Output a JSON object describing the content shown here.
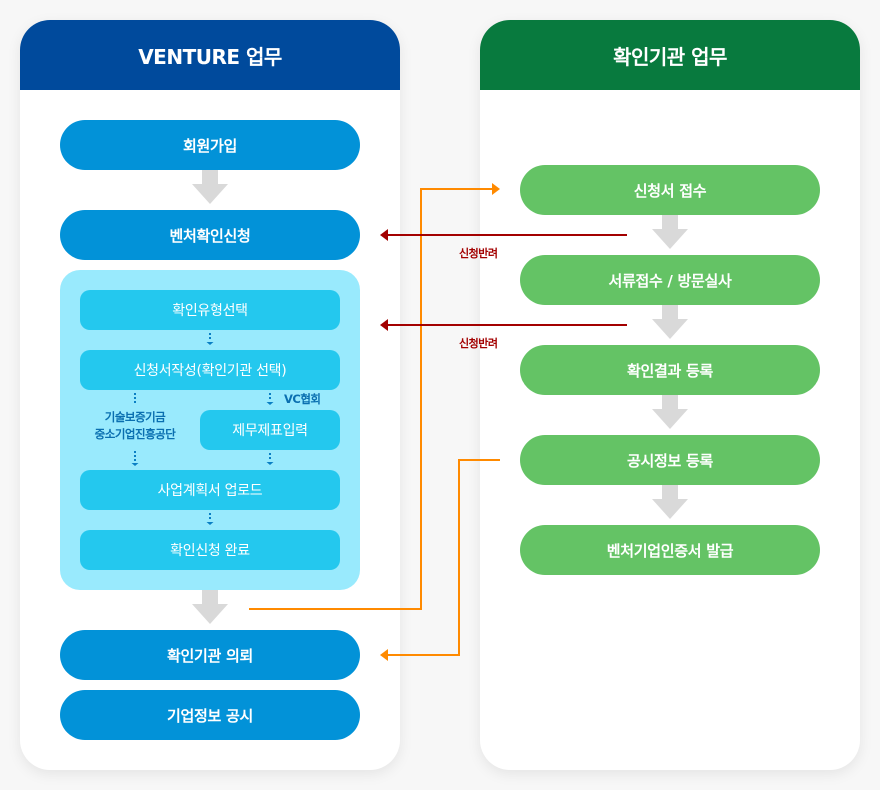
{
  "venture_panel": {
    "title": "VENTURE 업무",
    "steps": [
      "회원가입",
      "벤처확인신청"
    ],
    "sub_process": {
      "steps": [
        "확인유형선택",
        "신청서작성(확인기관 선택)",
        "제무제표입력",
        "사업계획서 업로드",
        "확인신청 완료"
      ],
      "branch_left_label": [
        "기술보증기금",
        "중소기업진흥공단"
      ],
      "branch_right_label": "VC협회"
    },
    "final_steps": [
      "확인기관 의뢰",
      "기업정보 공시"
    ]
  },
  "institution_panel": {
    "title": "확인기관 업무",
    "steps": [
      "신청서 접수",
      "서류접수 / 방문실사",
      "확인결과 등록",
      "공시정보 등록",
      "벤처기업인증서 발급"
    ]
  },
  "connectors": {
    "reject_label": "신청반려",
    "colors": {
      "venture_header": "#004a9c",
      "institution_header": "#087a3e",
      "venture_step": "#0292d8",
      "institution_step": "#64c365",
      "sub_box": "#99eafd",
      "sub_step": "#24c8ee",
      "flow_line": "#ff8a00",
      "reject_line": "#a30000",
      "gray_arrow": "#d9d9d9"
    }
  }
}
